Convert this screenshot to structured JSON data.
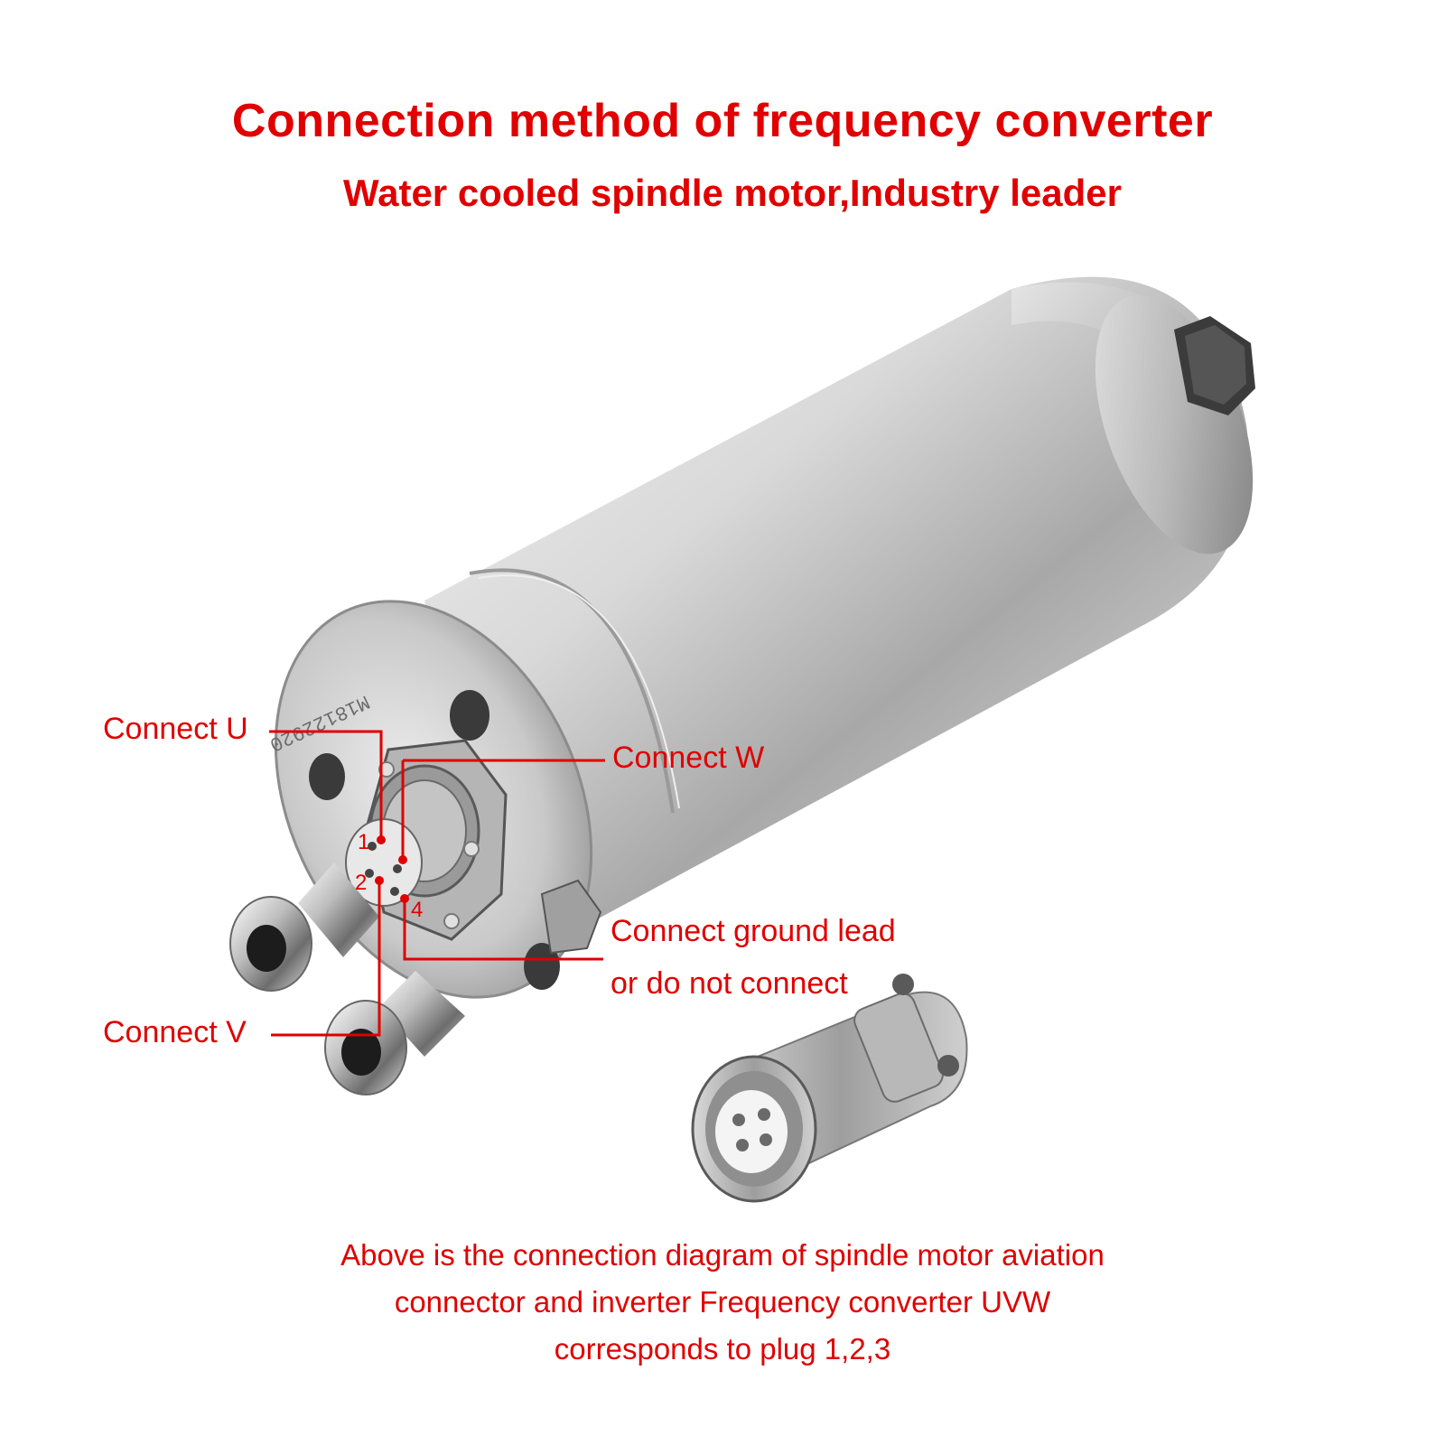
{
  "header": {
    "title": "Connection method of frequency converter",
    "subtitle": "Water cooled spindle motor,Industry leader"
  },
  "labels": {
    "connect_u": "Connect U",
    "connect_w": "Connect W",
    "connect_v": "Connect V",
    "ground_line1": "Connect ground lead",
    "ground_line2": "or do not connect"
  },
  "pins": {
    "pin1": "1",
    "pin2": "2",
    "pin4": "4"
  },
  "engraving": "M18122920",
  "caption": {
    "line1": "Above is the connection diagram of spindle motor aviation",
    "line2": "connector and inverter Frequency converter UVW",
    "line3": "corresponds to plug 1,2,3"
  },
  "colors": {
    "accent_red": "#e00000",
    "metal_light": "#d6d6d6",
    "metal_dark": "#8a8a8a"
  }
}
